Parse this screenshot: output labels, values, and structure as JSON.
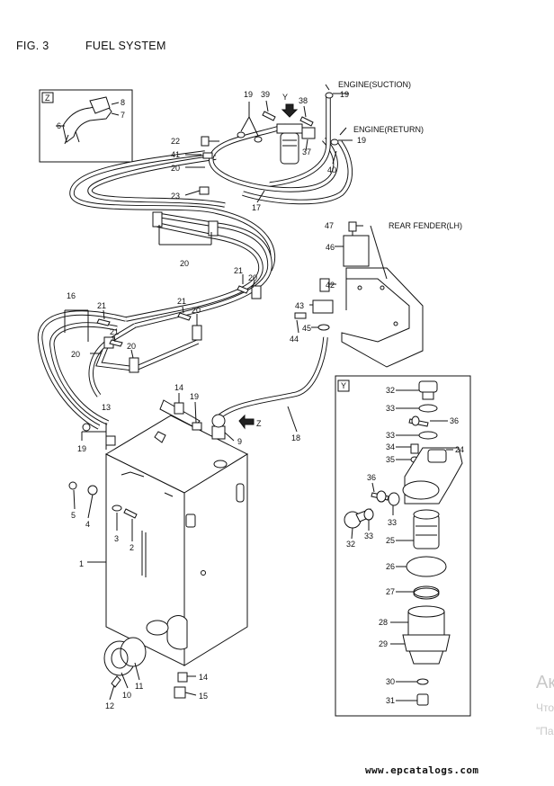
{
  "header": {
    "figure": "FIG. 3",
    "title": "FUEL SYSTEM"
  },
  "labels": {
    "engine_suction": "ENGINE(SUCTION)",
    "engine_return": "ENGINE(RETURN)",
    "rear_fender": "REAR FENDER(LH)",
    "view_z": "Z",
    "view_y": "Y",
    "arrow_y": "Y",
    "arrow_z": "Z"
  },
  "part_numbers": {
    "p1": "1",
    "p2": "2",
    "p3": "3",
    "p4": "4",
    "p5": "5",
    "p6": "6",
    "p7": "7",
    "p8": "8",
    "p9": "9",
    "p10": "10",
    "p11": "11",
    "p12": "12",
    "p13": "13",
    "p14a": "14",
    "p14b": "14",
    "p15": "15",
    "p16": "16",
    "p17": "17",
    "p18": "18",
    "p19a": "19",
    "p19b": "19",
    "p19c": "19",
    "p19d": "19",
    "p19e": "19",
    "p20a": "20",
    "p20b": "20",
    "p20c": "20",
    "p20d": "20",
    "p20e": "20",
    "p20f": "20",
    "p21a": "21",
    "p21b": "21",
    "p21c": "21",
    "p21d": "21",
    "p21e": "21",
    "p22": "22",
    "p23": "23",
    "p24": "24",
    "p25": "25",
    "p26": "26",
    "p27": "27",
    "p28": "28",
    "p29": "29",
    "p30": "30",
    "p31": "31",
    "p32a": "32",
    "p32b": "32",
    "p33a": "33",
    "p33b": "33",
    "p33c": "33",
    "p33d": "33",
    "p34": "34",
    "p35": "35",
    "p36a": "36",
    "p36b": "36",
    "p37": "37",
    "p38": "38",
    "p39": "39",
    "p40": "40",
    "p41": "41",
    "p42": "42",
    "p43": "43",
    "p44": "44",
    "p45": "45",
    "p46": "46",
    "p47": "47"
  },
  "watermark": {
    "line1": "Ак",
    "line2": "Что",
    "line3": "\"Па"
  },
  "footer": {
    "site": "www.epcatalogs.com"
  }
}
